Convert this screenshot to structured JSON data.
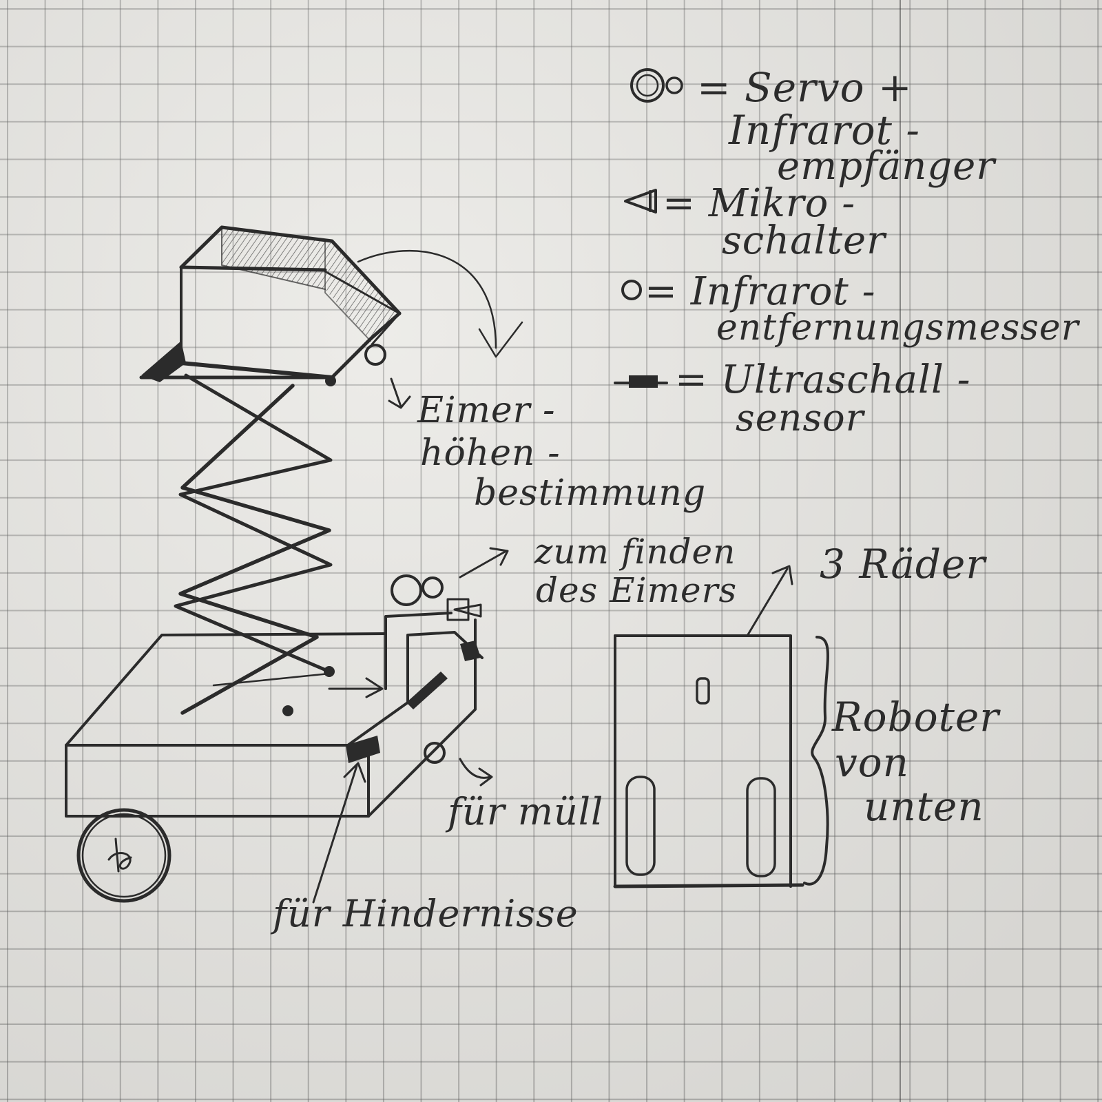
{
  "legend": {
    "servo_label": "= Servo +",
    "servo_line2": "Infrarot -",
    "servo_line3": "empfänger",
    "micro_label": "= Mikro -",
    "micro_line2": "schalter",
    "ir_label": "= Infrarot -",
    "ir_line2": "entfernungsmesser",
    "ultra_label": "= Ultraschall -",
    "ultra_line2": "sensor"
  },
  "annotations": {
    "bucket_height_1": "Eimer -",
    "bucket_height_2": "höhen -",
    "bucket_height_3": "bestimmung",
    "find_bucket_1": "zum finden",
    "find_bucket_2": "des Eimers",
    "for_trash": "für müll",
    "for_obstacles": "für Hindernisse",
    "three_wheels": "3 Räder",
    "bottom_view_1": "Roboter",
    "bottom_view_2": "von",
    "bottom_view_3": "unten"
  },
  "colors": {
    "ink": "#2b2b2b",
    "paper": "#e9e8e4",
    "grid": "#5a5a5a"
  }
}
